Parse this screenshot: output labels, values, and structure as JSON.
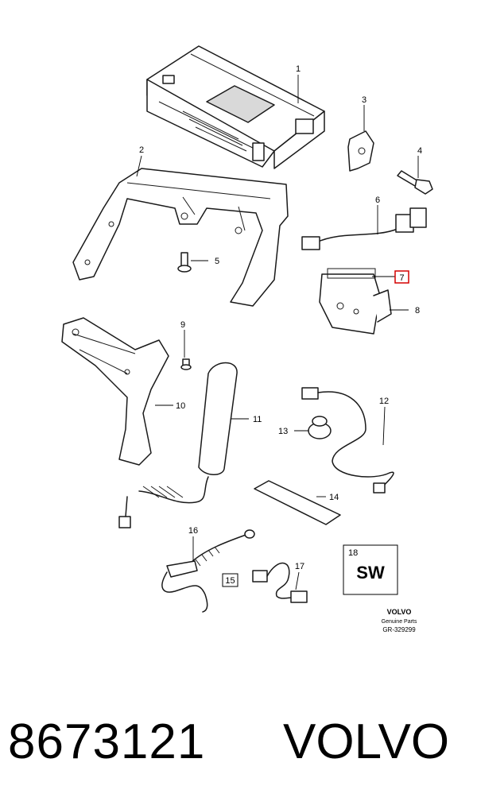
{
  "diagram": {
    "callouts": [
      "1",
      "2",
      "3",
      "4",
      "5",
      "6",
      "7",
      "8",
      "9",
      "10",
      "11",
      "12",
      "13",
      "14",
      "15",
      "16",
      "17",
      "18"
    ],
    "sw_label": "SW",
    "brand_small": "VOLVO",
    "genuine_parts": "Genuine Parts",
    "ref_code": "GR-329299",
    "highlight_color": "#d40000"
  },
  "footer": {
    "part_number": "8673121",
    "brand": "VOLVO"
  }
}
